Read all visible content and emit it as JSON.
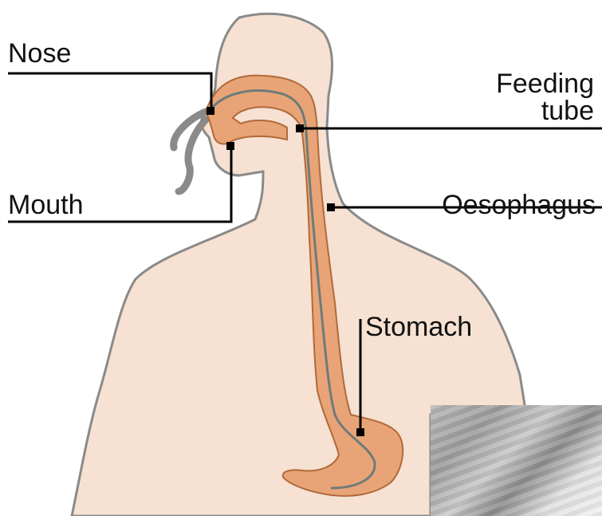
{
  "labels": {
    "nose": "Nose",
    "mouth": "Mouth",
    "feeding_tube_line1": "Feeding",
    "feeding_tube_line2": "tube",
    "oesophagus": "Oesophagus",
    "stomach": "Stomach"
  },
  "colors": {
    "skin": "#f6e1d2",
    "skin_outline": "#8a8a8a",
    "tract": "#e8a476",
    "tract_outline": "#b06a3a",
    "tube": "#6e7b7a",
    "leader_line": "#000000"
  }
}
